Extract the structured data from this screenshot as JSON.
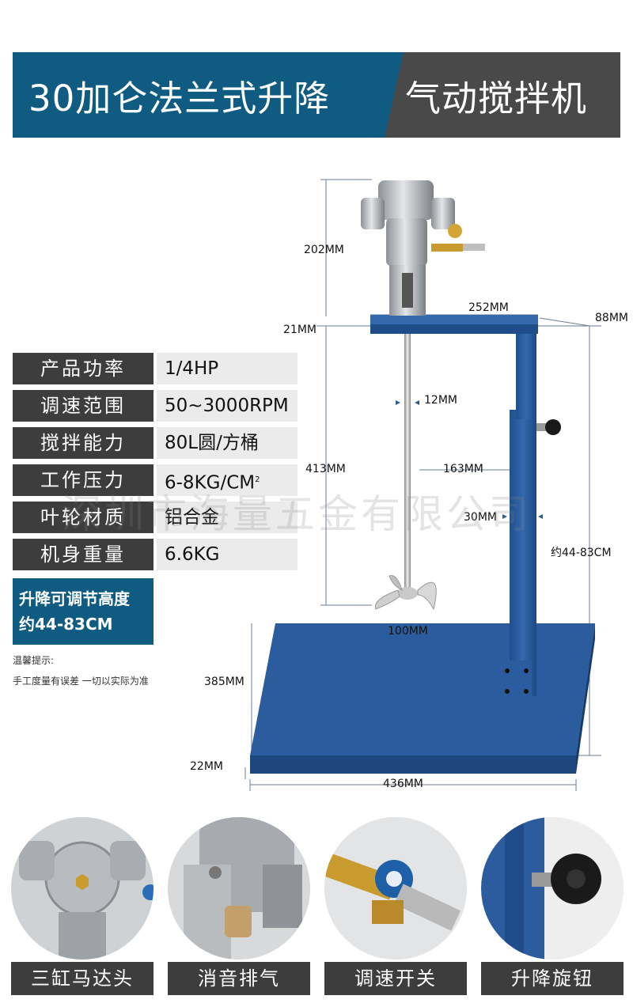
{
  "header": {
    "title": "30加仑法兰式升降",
    "subtitle": "气动搅拌机"
  },
  "specs": [
    {
      "label": "产品功率",
      "value": "1/4HP"
    },
    {
      "label": "调速范围",
      "value": "50~3000RPM"
    },
    {
      "label": "搅拌能力",
      "value": "80L圆/方桶"
    },
    {
      "label": "工作压力",
      "value": "6-8KG/CM",
      "sup": "2"
    },
    {
      "label": "叶轮材质",
      "value": "铝合金"
    },
    {
      "label": "机身重量",
      "value": "6.6KG"
    }
  ],
  "lift": {
    "line1": "升降可调节高度",
    "line2": "约44-83CM"
  },
  "note": {
    "line1": "温馨提示:",
    "line2": "手工度量有误差 一切以实际为准"
  },
  "watermark": "深圳市海量五金有限公司",
  "dimensions": {
    "motor_height": "202MM",
    "arm_width": "252MM",
    "arm_depth": "88MM",
    "arm_thickness": "21MM",
    "shaft_diameter": "12MM",
    "shaft_length": "413MM",
    "shaft_offset": "163MM",
    "column_width": "30MM",
    "lift_range": "约44-83CM",
    "impeller_diameter": "100MM",
    "base_depth": "385MM",
    "base_thickness": "22MM",
    "base_width": "436MM"
  },
  "details": [
    {
      "label": "三缸马达头",
      "icon": "motor-head-icon"
    },
    {
      "label": "消音排气",
      "icon": "muffler-icon"
    },
    {
      "label": "调速开关",
      "icon": "speed-valve-icon"
    },
    {
      "label": "升降旋钮",
      "icon": "lift-knob-icon"
    }
  ],
  "colors": {
    "brand_blue": "#0f5b82",
    "dark_gray": "#3d3d3d",
    "stand_blue": "#2a5c9e"
  }
}
